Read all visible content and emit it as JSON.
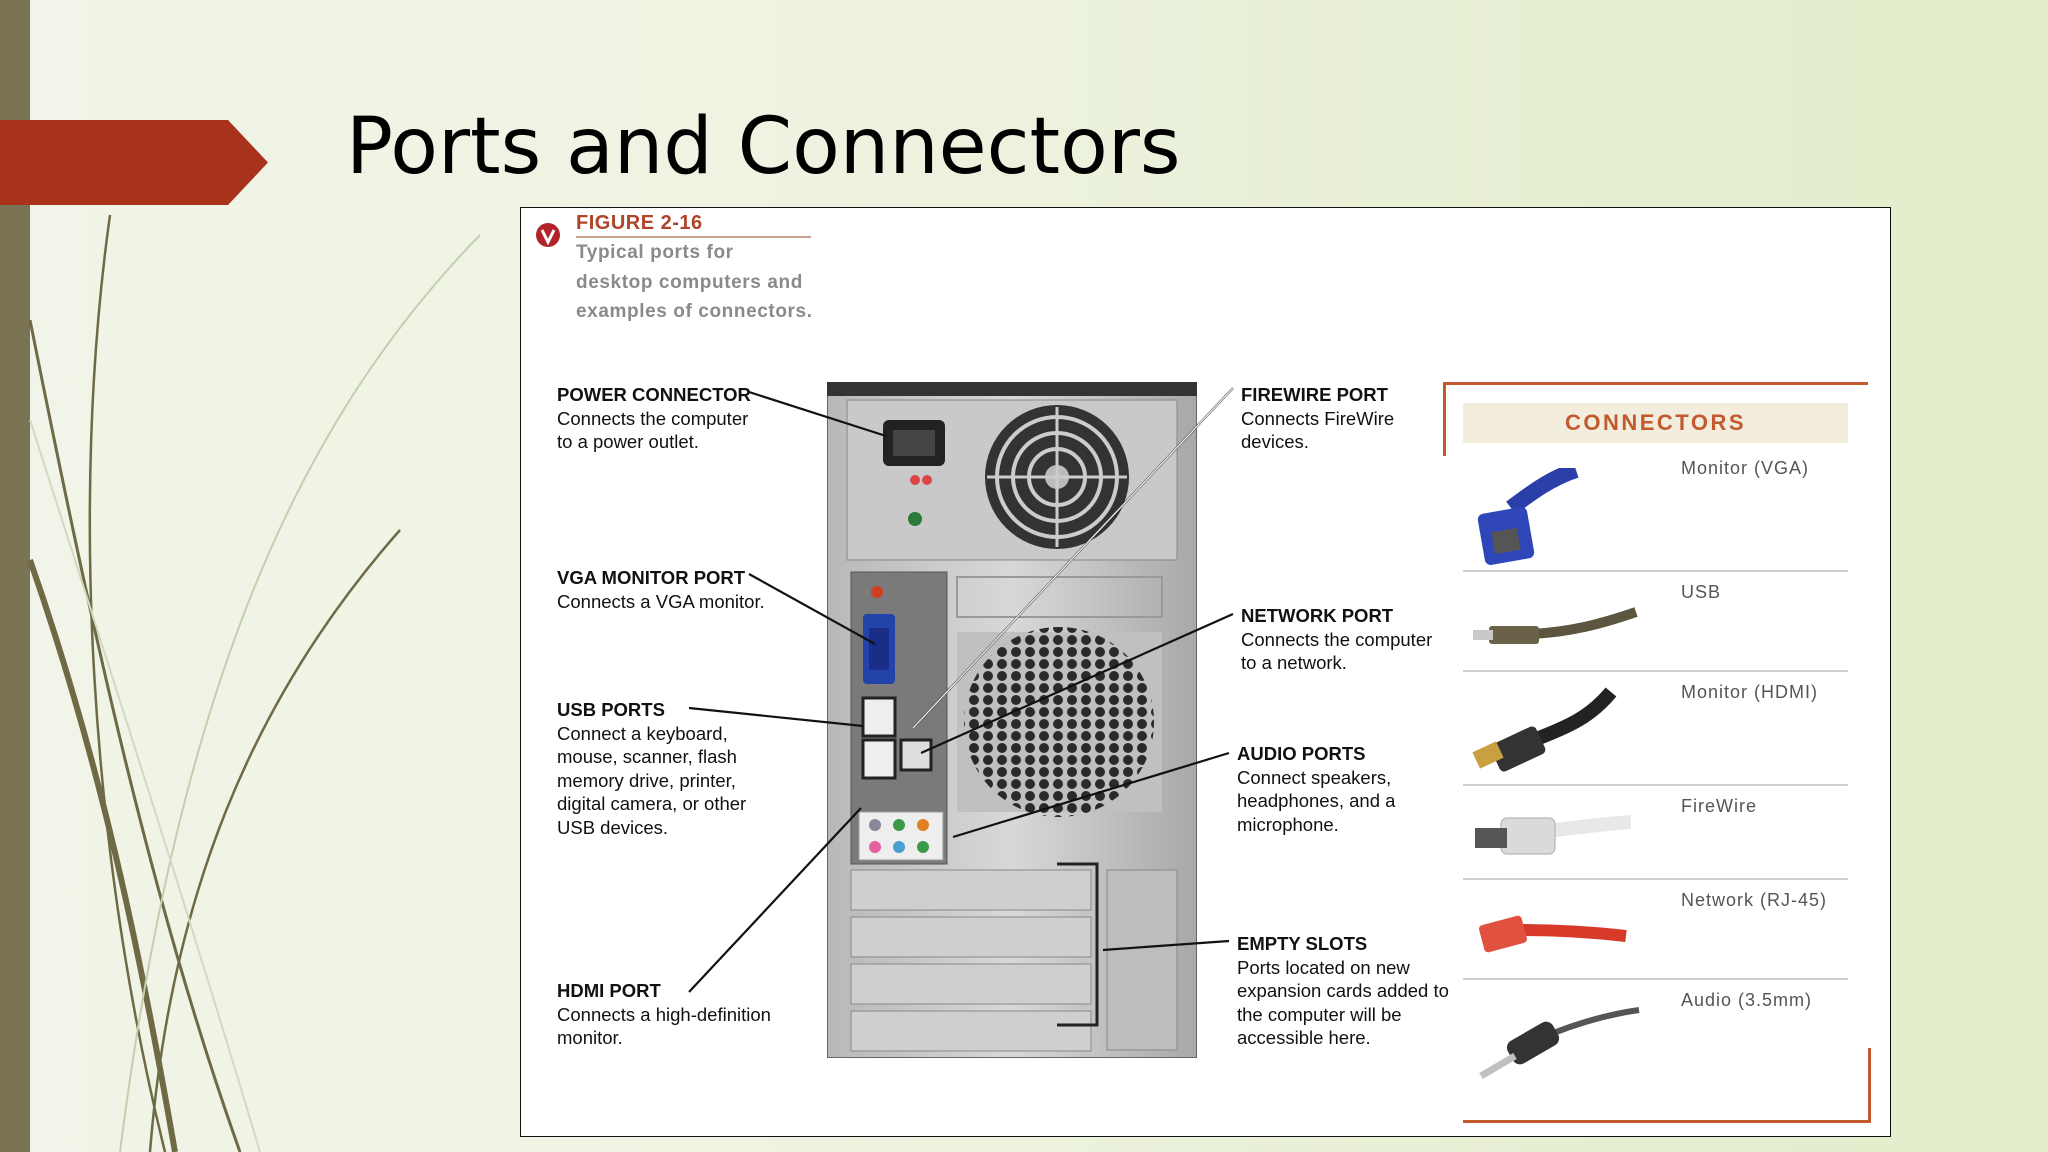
{
  "slide": {
    "title": "Ports and Connectors"
  },
  "colors": {
    "accent": "#a8321a",
    "sidebar": "#7a7454",
    "connector_orange": "#c25a2e"
  },
  "figure": {
    "label": "FIGURE 2-16",
    "caption": "Typical ports for desktop computers and examples of connectors.",
    "callouts": {
      "power": {
        "title": "POWER CONNECTOR",
        "desc": "Connects the computer to a power outlet."
      },
      "vga": {
        "title": "VGA MONITOR PORT",
        "desc": "Connects a VGA monitor."
      },
      "usb": {
        "title": "USB PORTS",
        "desc": "Connect a keyboard, mouse, scanner, flash memory drive, printer, digital camera, or other USB devices."
      },
      "hdmi": {
        "title": "HDMI PORT",
        "desc": "Connects a high-definition monitor."
      },
      "firewire": {
        "title": "FIREWIRE PORT",
        "desc": "Connects FireWire devices."
      },
      "network": {
        "title": "NETWORK PORT",
        "desc": "Connects the computer to a network."
      },
      "audio": {
        "title": "AUDIO PORTS",
        "desc": "Connect speakers, headphones, and a microphone."
      },
      "slots": {
        "title": "EMPTY SLOTS",
        "desc": "Ports located on new expansion cards added to the computer will be accessible here."
      }
    },
    "connectors": {
      "header": "CONNECTORS",
      "items": [
        {
          "label": "Monitor (VGA)",
          "icon": "vga-cable-icon"
        },
        {
          "label": "USB",
          "icon": "usb-cable-icon"
        },
        {
          "label": "Monitor (HDMI)",
          "icon": "hdmi-cable-icon"
        },
        {
          "label": "FireWire",
          "icon": "firewire-cable-icon"
        },
        {
          "label": "Network (RJ-45)",
          "icon": "network-cable-icon"
        },
        {
          "label": "Audio (3.5mm)",
          "icon": "audio-cable-icon"
        }
      ]
    }
  }
}
